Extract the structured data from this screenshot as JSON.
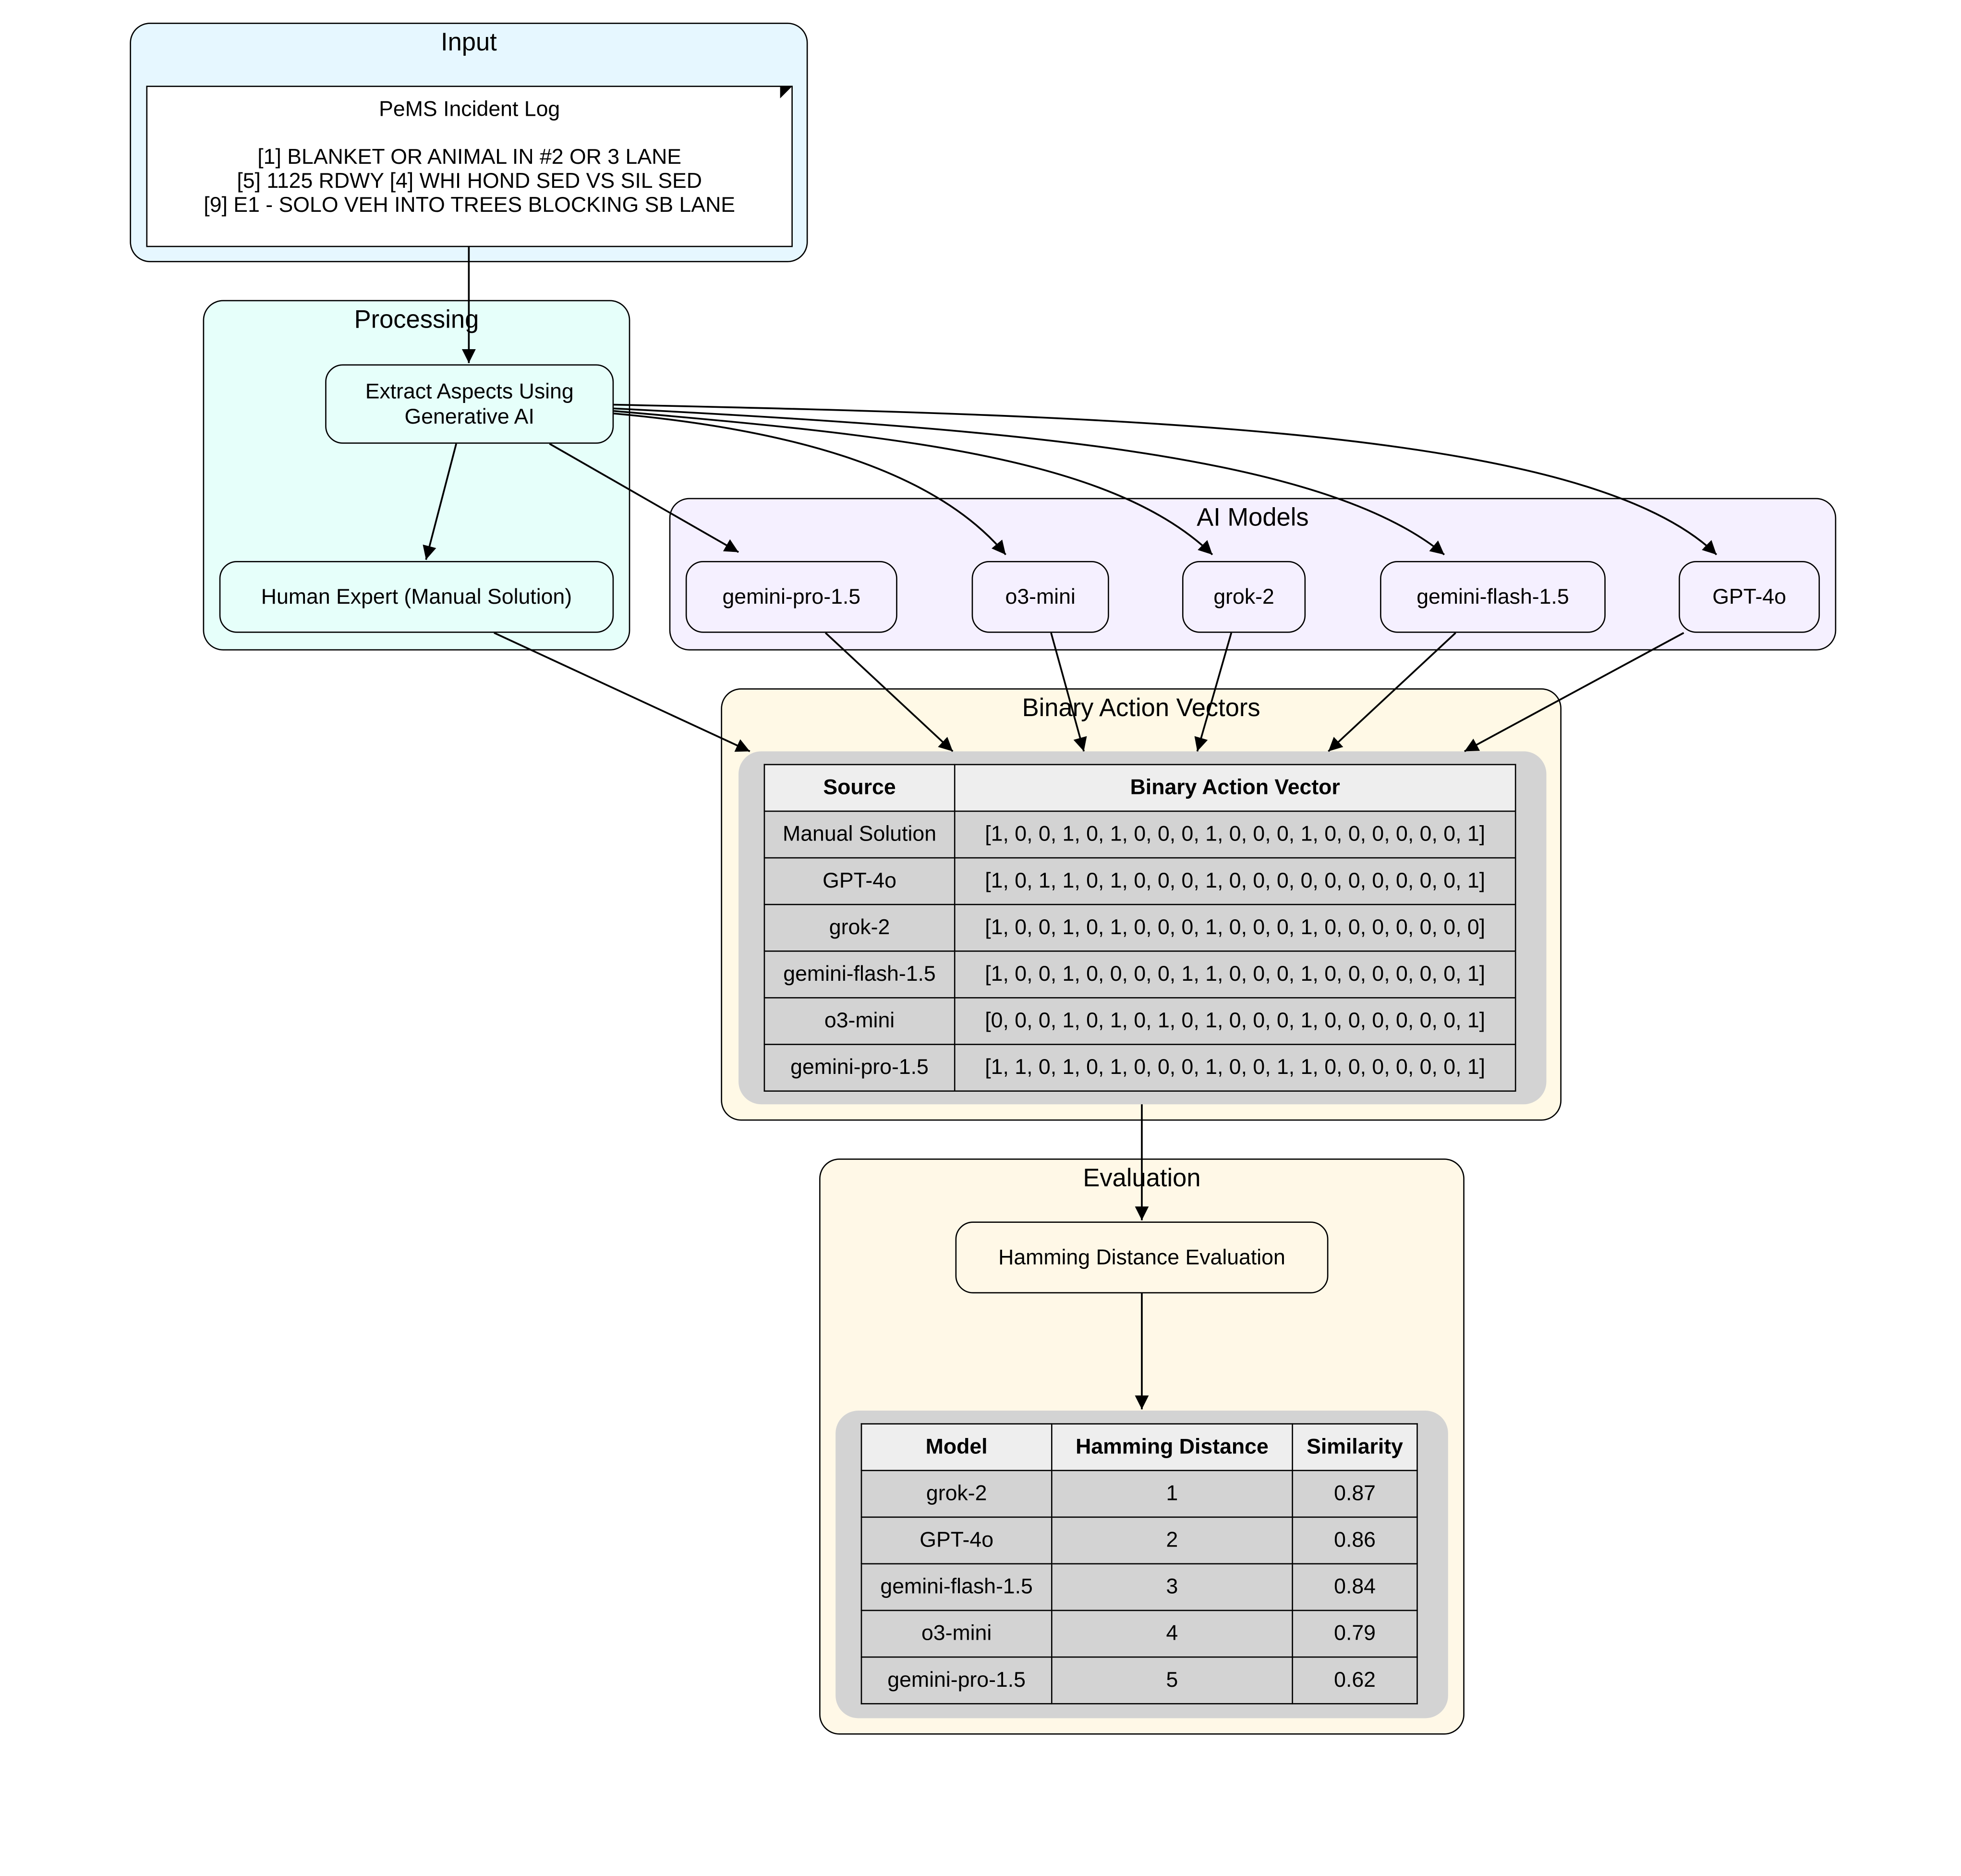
{
  "colors": {
    "input_bg": "#e6f7ff",
    "processing_bg": "#e6fffa",
    "models_bg": "#f5f0ff",
    "vectors_bg": "#fff9e6",
    "evaluation_bg": "#fff8e7",
    "table_bg": "#d3d3d3",
    "header_bg": "#eeeeee"
  },
  "clusters": {
    "input": "Input",
    "processing": "Processing",
    "models": "AI Models",
    "vectors": "Binary Action Vectors",
    "evaluation": "Evaluation"
  },
  "incident_log": {
    "title": "PeMS Incident Log",
    "lines": [
      "[1] BLANKET OR ANIMAL IN #2 OR 3 LANE",
      "[5] 1125 RDWY [4] WHI HOND SED VS SIL SED",
      "[9] E1 - SOLO VEH INTO TREES BLOCKING SB LANE"
    ]
  },
  "processing": {
    "extract": "Extract Aspects Using Generative AI",
    "human": "Human Expert (Manual Solution)"
  },
  "models": [
    "gemini-pro-1.5",
    "o3-mini",
    "grok-2",
    "gemini-flash-1.5",
    "GPT-4o"
  ],
  "vector_table": {
    "headers": [
      "Source",
      "Binary Action Vector"
    ],
    "rows": [
      [
        "Manual Solution",
        "[1, 0, 0, 1, 0, 1, 0, 0, 0, 1, 0, 0, 0, 1, 0, 0, 0, 0, 0, 0, 1]"
      ],
      [
        "GPT-4o",
        "[1, 0, 1, 1, 0, 1, 0, 0, 0, 1, 0, 0, 0, 0, 0, 0, 0, 0, 0, 0, 1]"
      ],
      [
        "grok-2",
        "[1, 0, 0, 1, 0, 1, 0, 0, 0, 1, 0, 0, 0, 1, 0, 0, 0, 0, 0, 0, 0]"
      ],
      [
        "gemini-flash-1.5",
        "[1, 0, 0, 1, 0, 0, 0, 0, 1, 1, 0, 0, 0, 1, 0, 0, 0, 0, 0, 0, 1]"
      ],
      [
        "o3-mini",
        "[0, 0, 0, 1, 0, 1, 0, 1, 0, 1, 0, 0, 0, 1, 0, 0, 0, 0, 0, 0, 1]"
      ],
      [
        "gemini-pro-1.5",
        "[1, 1, 0, 1, 0, 1, 0, 0, 0, 1, 0, 0, 1, 1, 0, 0, 0, 0, 0, 0, 1]"
      ]
    ]
  },
  "evaluation": {
    "node": "Hamming Distance Evaluation"
  },
  "results_table": {
    "headers": [
      "Model",
      "Hamming Distance",
      "Similarity"
    ],
    "rows": [
      [
        "grok-2",
        "1",
        "0.87"
      ],
      [
        "GPT-4o",
        "2",
        "0.86"
      ],
      [
        "gemini-flash-1.5",
        "3",
        "0.84"
      ],
      [
        "o3-mini",
        "4",
        "0.79"
      ],
      [
        "gemini-pro-1.5",
        "5",
        "0.62"
      ]
    ]
  }
}
